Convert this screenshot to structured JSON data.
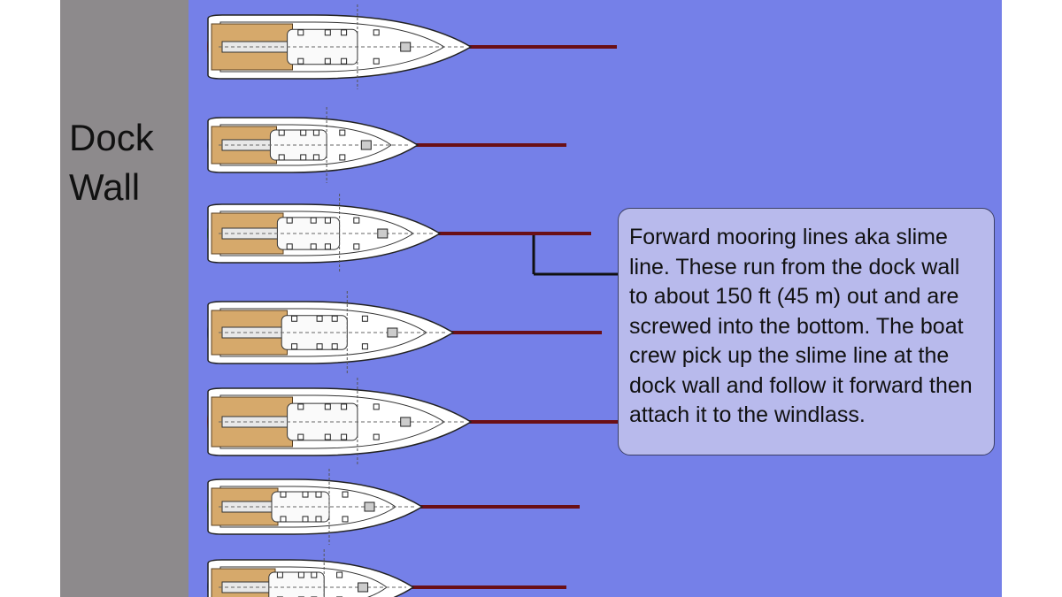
{
  "dock_wall": {
    "line1": "Dock",
    "line2": "Wall"
  },
  "callout": {
    "text": "Forward mooring lines aka slime line. These run from the dock wall to about 150 ft (45 m) out and are screwed into the bottom. The boat crew pick up the slime line at the dock wall and follow it forward then attach it to the windlass."
  },
  "colors": {
    "water": "#7580e8",
    "dock_wall": "#8d8a8c",
    "mooring_line": "#6a0f16",
    "leader_line": "#111111",
    "callout_fill": "#b8baec",
    "hull": "#ffffff",
    "teak_deck": "#d6a96b"
  },
  "boats": [
    {
      "name": "boat-1",
      "stern_color": "#cc2222"
    },
    {
      "name": "boat-2",
      "stern_color": "#2244cc"
    },
    {
      "name": "boat-3",
      "stern_color": "#22aa22"
    },
    {
      "name": "boat-4",
      "stern_color": "#2244cc"
    },
    {
      "name": "boat-5",
      "stern_color": "#cc2222"
    },
    {
      "name": "boat-6",
      "stern_color": "#22aa22"
    },
    {
      "name": "boat-7",
      "stern_color": "#2244cc"
    }
  ]
}
